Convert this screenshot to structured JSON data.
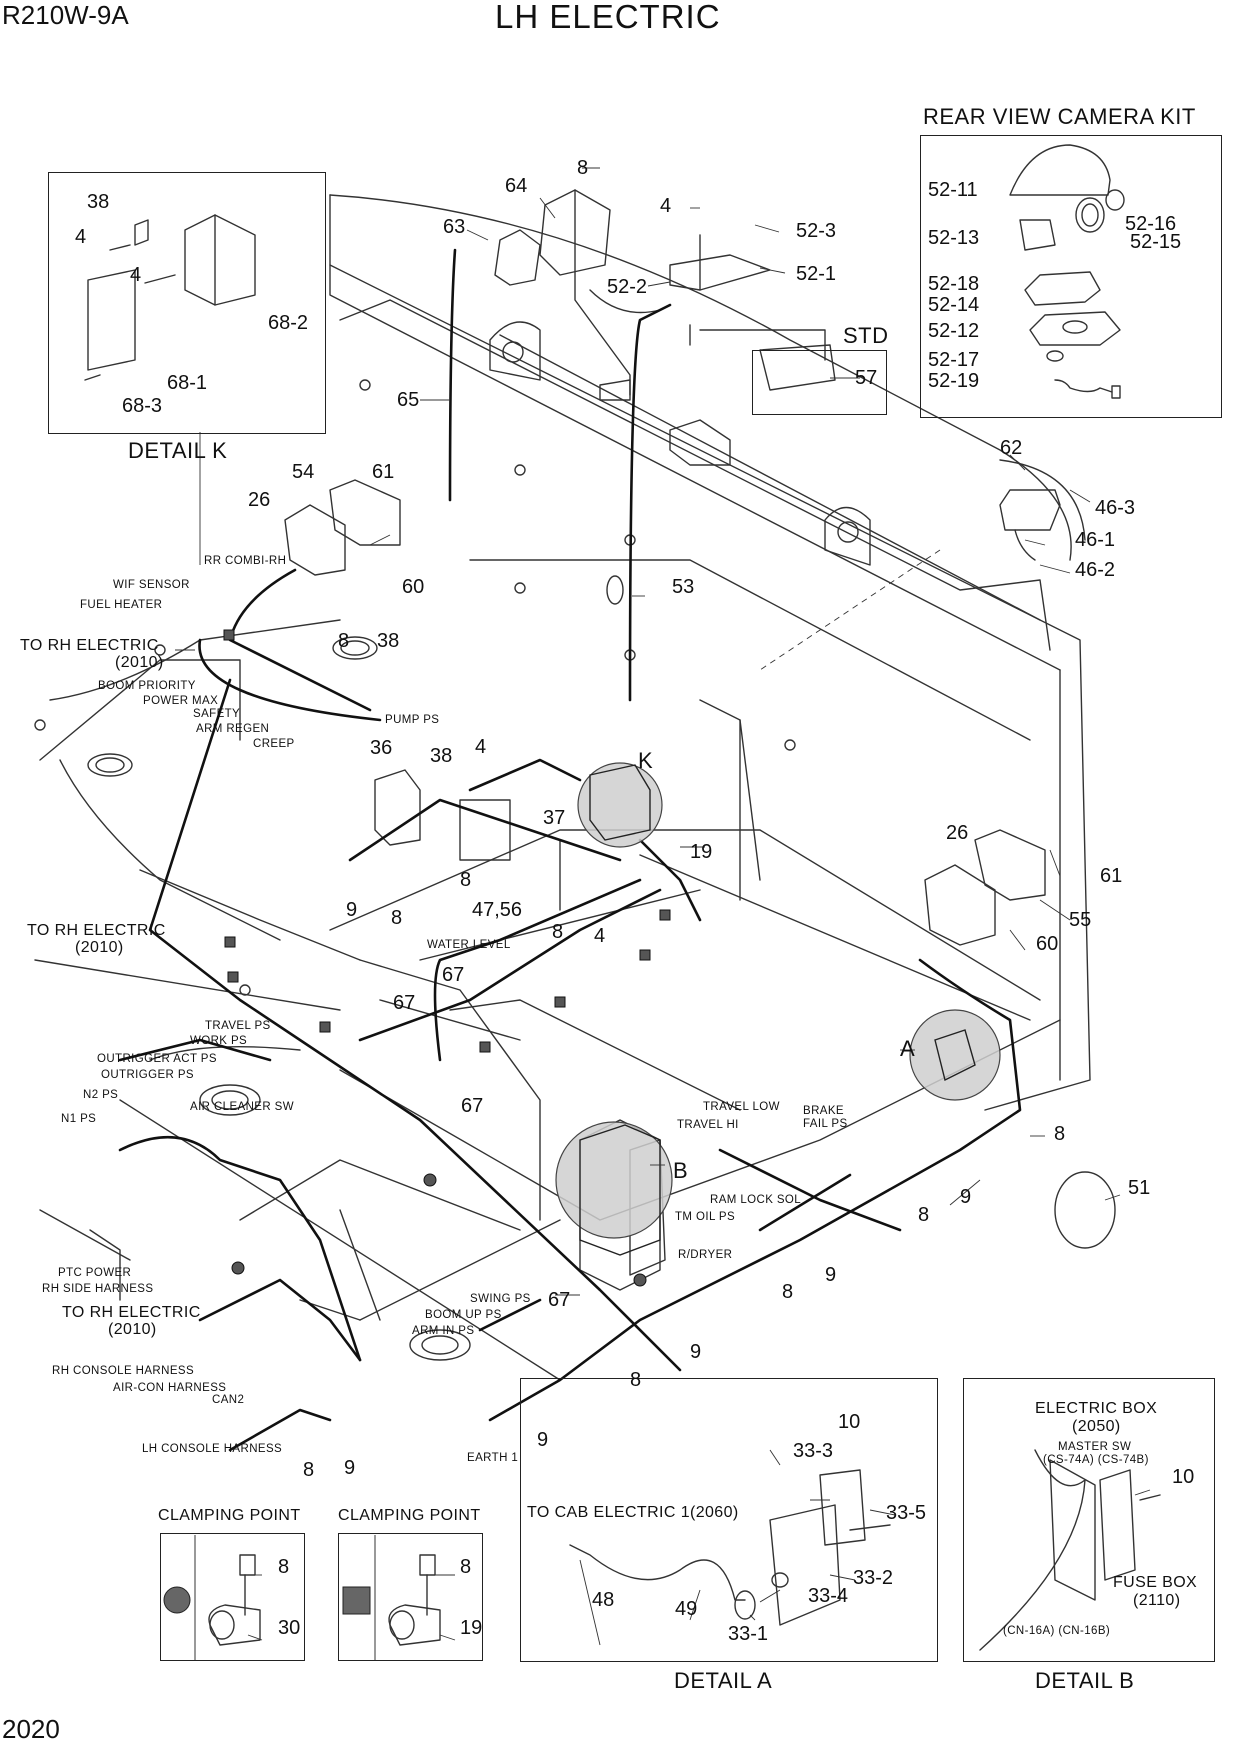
{
  "header": {
    "model": "R210W-9A",
    "title": "LH ELECTRIC",
    "page_number": "2020"
  },
  "sections": {
    "rear_view_camera_kit": "REAR VIEW CAMERA KIT",
    "std": "STD",
    "detail_k": "DETAIL K",
    "detail_a": "DETAIL A",
    "detail_b": "DETAIL B",
    "clamping_point_1": "CLAMPING POINT",
    "clamping_point_2": "CLAMPING POINT"
  },
  "callouts": {
    "k": "K",
    "a": "A",
    "b": "B",
    "c38": "38",
    "c4a": "4",
    "c4b": "4",
    "c68_2": "68-2",
    "c68_1": "68-1",
    "c68_3": "68-3",
    "c64": "64",
    "c63": "63",
    "c8_top": "8",
    "c4_top": "4",
    "c52_3": "52-3",
    "c52_1": "52-1",
    "c52_2": "52-2",
    "c57": "57",
    "c65": "65",
    "c52_11": "52-11",
    "c52_13": "52-13",
    "c52_16": "52-16",
    "c52_15": "52-15",
    "c52_18": "52-18",
    "c52_14": "52-14",
    "c52_12": "52-12",
    "c52_17": "52-17",
    "c52_19": "52-19",
    "c62": "62",
    "c46_3": "46-3",
    "c46_1": "46-1",
    "c46_2": "46-2",
    "c54": "54",
    "c61": "61",
    "c26": "26",
    "c60": "60",
    "c53": "53",
    "c8_mid": "8",
    "c38_mid": "38",
    "c36": "36",
    "c38_b": "38",
    "c4_mid": "4",
    "c37": "37",
    "c19": "19",
    "c9_a": "9",
    "c8_a": "8",
    "c8_b": "8",
    "c47_56": "47,56",
    "c8_c": "8",
    "c4_c": "4",
    "c26_r": "26",
    "c61_r": "61",
    "c55": "55",
    "c60_r": "60",
    "c67_a": "67",
    "c67_b": "67",
    "c67_c": "67",
    "c67_d": "67",
    "c8_r": "8",
    "c51": "51",
    "c9_r": "9",
    "c8_r2": "8",
    "c9_r2": "9",
    "c8_r3": "8",
    "c9_r3": "9",
    "c8_r4": "8",
    "c9_r4": "9",
    "c8_bl": "8",
    "c9_bl": "9",
    "c8_cp1": "8",
    "c30": "30",
    "c8_cp2": "8",
    "c19_cp": "19",
    "c10_a": "10",
    "c33_3": "33-3",
    "c33_5": "33-5",
    "c33_2": "33-2",
    "c33_4": "33-4",
    "c33_1": "33-1",
    "c48": "48",
    "c49": "49",
    "c10_b": "10"
  },
  "labels": {
    "rr_combi_rh": "RR COMBI-RH",
    "wif_sensor": "WIF SENSOR",
    "fuel_heater": "FUEL HEATER",
    "to_rh_electric_1": "TO RH ELECTRIC",
    "to_rh_electric_1_code": "(2010)",
    "boom_priority": "BOOM PRIORITY",
    "power_max": "POWER MAX",
    "safety": "SAFETY",
    "arm_regen": "ARM REGEN",
    "creep": "CREEP",
    "pump_ps": "PUMP PS",
    "to_rh_electric_2": "TO RH ELECTRIC",
    "to_rh_electric_2_code": "(2010)",
    "water_level": "WATER LEVEL",
    "travel_ps": "TRAVEL PS",
    "work_ps": "WORK PS",
    "outrigger_act_ps": "OUTRIGGER ACT PS",
    "outrigger_ps": "OUTRIGGER PS",
    "n2_ps": "N2 PS",
    "n1_ps": "N1 PS",
    "air_cleaner_sw": "AIR CLEANER SW",
    "travel_low": "TRAVEL LOW",
    "travel_hi": "TRAVEL HI",
    "brake_fail_ps": "BRAKE\nFAIL PS",
    "ram_lock_sol": "RAM LOCK SOL",
    "tm_oil_ps": "TM OIL PS",
    "r_dryer": "R/DRYER",
    "ptc_power": "PTC POWER",
    "rh_side_harness": "RH SIDE HARNESS",
    "to_rh_electric_3": "TO RH ELECTRIC",
    "to_rh_electric_3_code": "(2010)",
    "swing_ps": "SWING PS",
    "boom_up_ps": "BOOM UP PS",
    "arm_in_ps": "ARM IN PS",
    "rh_console_harness": "RH CONSOLE HARNESS",
    "air_con_harness": "AIR-CON HARNESS",
    "can2": "CAN2",
    "lh_console_harness": "LH CONSOLE HARNESS",
    "earth1": "EARTH 1",
    "to_cab_electric": "TO CAB ELECTRIC 1(2060)",
    "electric_box": "ELECTRIC BOX",
    "electric_box_code": "(2050)",
    "master_sw": "MASTER SW",
    "master_sw_codes": "(CS-74A) (CS-74B)",
    "fuse_box": "FUSE BOX",
    "fuse_box_code": "(2110)",
    "cn16": "(CN-16A) (CN-16B)"
  }
}
